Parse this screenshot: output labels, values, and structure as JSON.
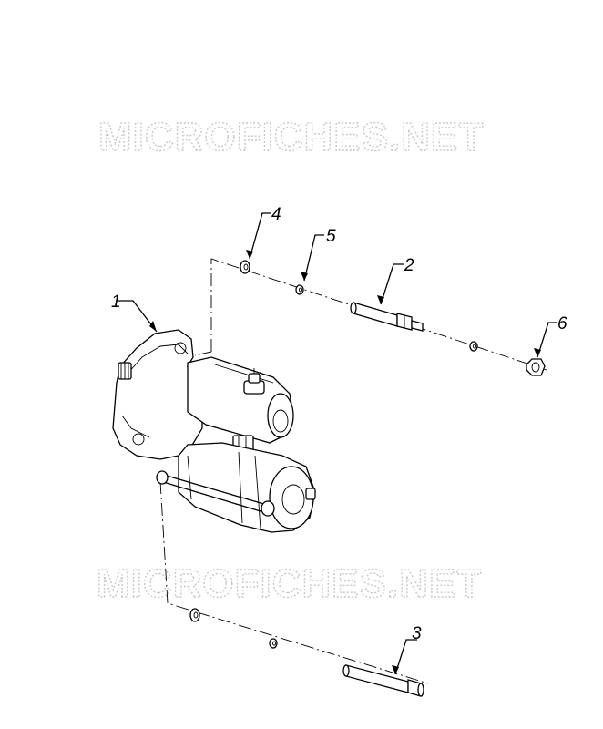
{
  "watermark": {
    "text": "MICROFICHES.NET"
  },
  "callouts": [
    {
      "id": "1",
      "label": "1"
    },
    {
      "id": "2",
      "label": "2"
    },
    {
      "id": "3",
      "label": "3"
    },
    {
      "id": "4",
      "label": "4"
    },
    {
      "id": "5",
      "label": "5"
    },
    {
      "id": "6",
      "label": "6"
    }
  ]
}
